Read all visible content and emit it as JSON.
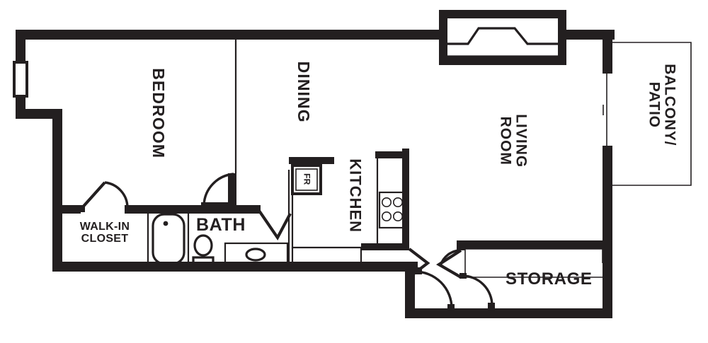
{
  "plan": {
    "type": "apartment-floor-plan",
    "line_color": "#231f20",
    "background": "#ffffff",
    "rooms": [
      {
        "id": "bedroom",
        "label": "BEDROOM",
        "orientation": "vertical"
      },
      {
        "id": "dining",
        "label": "DINING",
        "orientation": "vertical"
      },
      {
        "id": "kitchen",
        "label": "KITCHEN",
        "orientation": "vertical"
      },
      {
        "id": "living",
        "label_line1": "LIVING",
        "label_line2": "ROOM",
        "orientation": "vertical"
      },
      {
        "id": "balcony",
        "label_line1": "BALCONY/",
        "label_line2": "PATIO",
        "orientation": "vertical"
      },
      {
        "id": "bath",
        "label": "BATH",
        "orientation": "horizontal"
      },
      {
        "id": "storage",
        "label": "STORAGE",
        "orientation": "horizontal"
      },
      {
        "id": "closet",
        "label_line1": "WALK-IN",
        "label_line2": "CLOSET",
        "orientation": "horizontal"
      }
    ],
    "appliances": [
      {
        "id": "refrigerator",
        "label": "FR"
      },
      {
        "id": "range",
        "label": "",
        "burners": 4
      },
      {
        "id": "bathtub",
        "label": ""
      },
      {
        "id": "toilet",
        "label": ""
      },
      {
        "id": "sink",
        "label": ""
      }
    ]
  },
  "labels": {
    "bedroom": "BEDROOM",
    "dining": "DINING",
    "kitchen": "KITCHEN",
    "living_line1": "LIVING",
    "living_line2": "ROOM",
    "balcony_line1": "BALCONY/",
    "balcony_line2": "PATIO",
    "bath": "BATH",
    "storage": "STORAGE",
    "closet_line1": "WALK-IN",
    "closet_line2": "CLOSET",
    "refrigerator": "FR"
  }
}
